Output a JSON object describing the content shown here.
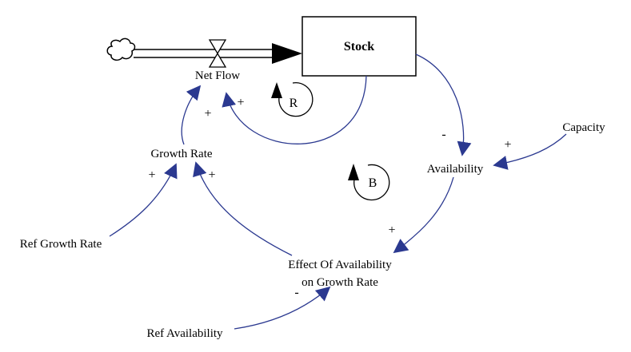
{
  "nodes": {
    "stock": "Stock",
    "net_flow": "Net Flow",
    "growth_rate": "Growth Rate",
    "availability": "Availability",
    "capacity": "Capacity",
    "ref_growth_rate": "Ref Growth Rate",
    "effect_line1": "Effect Of Availability",
    "effect_line2": "on Growth Rate",
    "ref_availability": "Ref Availability"
  },
  "polarities": {
    "stock_to_netflow": "+",
    "growth_to_netflow": "+",
    "stock_to_availability": "-",
    "capacity_to_availability": "+",
    "refgrowth_to_growth": "+",
    "effect_to_growth": "+",
    "availability_to_effect": "+",
    "refavail_to_effect": "-"
  },
  "loops": {
    "reinforcing": "R",
    "balancing": "B"
  },
  "colors": {
    "link": "#2b3990",
    "arrowhead": "#2b3990",
    "flow": "#000000"
  }
}
